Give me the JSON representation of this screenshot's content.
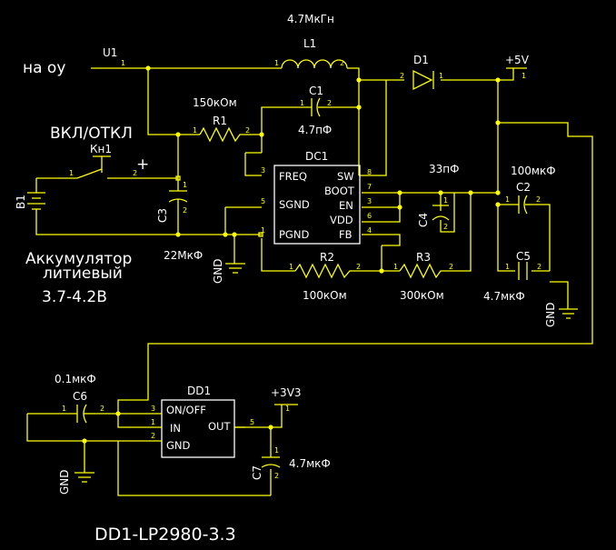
{
  "input_label": "на оу",
  "switch": {
    "text": "ВКЛ/ОТКЛ",
    "ref": "Кн1",
    "plus": "+"
  },
  "battery": {
    "ref": "B1",
    "line1": "Аккумулятор",
    "line2": "литиевый",
    "voltage": "3.7-4.2В"
  },
  "u1": {
    "ref": "U1",
    "pin": "1"
  },
  "l1": {
    "value": "4.7МкГн",
    "ref": "L1",
    "p1": "1",
    "p2": "2"
  },
  "d1": {
    "ref": "D1",
    "p1": "1",
    "p2": "2"
  },
  "rail_5v": {
    "label": "+5V",
    "pin": "1"
  },
  "r1": {
    "value": "150кОм",
    "ref": "R1",
    "p1": "1",
    "p2": "2"
  },
  "c1": {
    "ref": "C1",
    "value": "4.7пФ",
    "p1": "1",
    "p2": "2"
  },
  "c3": {
    "ref": "C3",
    "value": "22МкФ",
    "p1": "1",
    "p2": "2"
  },
  "dc1": {
    "ref": "DC1",
    "pins_left": [
      {
        "name": "FREQ",
        "num": "3"
      },
      {
        "name": "SGND",
        "num": "5"
      },
      {
        "name": "PGND",
        "num": "1"
      }
    ],
    "pins_right": [
      {
        "name": "SW",
        "num": "8"
      },
      {
        "name": "BOOT",
        "num": "7"
      },
      {
        "name": "EN",
        "num": "3"
      },
      {
        "name": "VDD",
        "num": "6"
      },
      {
        "name": "FB",
        "num": "4"
      }
    ]
  },
  "c4": {
    "ref": "C4",
    "value": "33пФ",
    "p1": "1",
    "p2": "2"
  },
  "c2": {
    "ref": "C2",
    "value": "100мкФ",
    "p1": "1",
    "p2": "2"
  },
  "c5": {
    "ref": "C5",
    "value": "4.7мкФ",
    "p1": "1",
    "p2": "2"
  },
  "r2": {
    "ref": "R2",
    "value": "100кОм",
    "p1": "1",
    "p2": "2"
  },
  "r3": {
    "ref": "R3",
    "value": "300кОм",
    "p1": "1",
    "p2": "2"
  },
  "gnd": {
    "label": "GND"
  },
  "c6": {
    "ref": "C6",
    "value": "0.1мкФ",
    "p1": "1",
    "p2": "2"
  },
  "dd1": {
    "ref": "DD1",
    "pins_left": [
      {
        "name": "ON/OFF",
        "num": "3"
      },
      {
        "name": "IN",
        "num": "1"
      },
      {
        "name": "GND",
        "num": "2"
      }
    ],
    "pin_out": {
      "name": "OUT",
      "num": "5"
    }
  },
  "rail_3v3": {
    "label": "+3V3",
    "pin": "1"
  },
  "c7": {
    "ref": "C7",
    "value": "4.7мкФ",
    "p1": "1",
    "p2": "2"
  },
  "footer": "DD1-LP2980-3.3"
}
